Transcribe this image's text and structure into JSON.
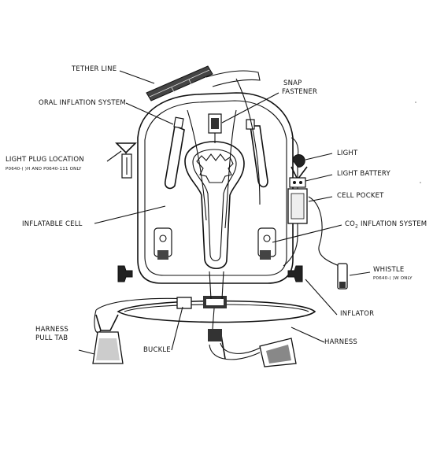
{
  "labels": {
    "tether_line": "TETHER LINE",
    "oral_inflation_system": "ORAL INFLATION SYSTEM",
    "snap_fastener_1": "SNAP",
    "snap_fastener_2": "FASTENER",
    "light_plug_location": "LIGHT PLUG LOCATION",
    "light_plug_note": "P0640-( )H AND P0640-111 ONLY",
    "light": "LIGHT",
    "light_battery": "LIGHT BATTERY",
    "cell_pocket": "CELL POCKET",
    "inflatable_cell": "INFLATABLE CELL",
    "co2_inflation_prefix": "CO",
    "co2_inflation_sub": "2",
    "co2_inflation_suffix": " INFLATION SYSTEM",
    "whistle": "WHISTLE",
    "whistle_note": "P0640-( )W ONLY",
    "inflator": "INFLATOR",
    "harness_pull_tab_1": "HARNESS",
    "harness_pull_tab_2": "PULL TAB",
    "buckle": "BUCKLE",
    "harness": "HARNESS"
  }
}
